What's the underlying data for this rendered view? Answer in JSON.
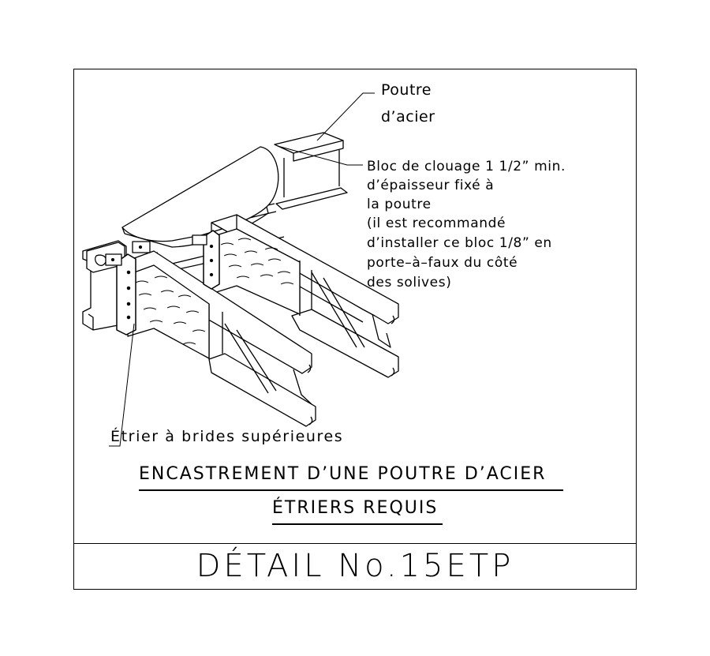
{
  "labels": {
    "steel_beam_line1": "Poutre",
    "steel_beam_line2": "d’acier",
    "nailing_block": [
      "Bloc de clouage 1 1/2” min.",
      "d’épaisseur fixé à",
      "la poutre",
      "(il est recommandé",
      "d’installer ce bloc  1/8” en",
      "porte–à–faux du côté",
      "des solives)"
    ],
    "hanger": "Étrier à brides supérieures"
  },
  "captions": {
    "main": "ENCASTREMENT D’UNE POUTRE D’ACIER",
    "sub": "ÉTRIERS REQUIS"
  },
  "title_block": {
    "detail": "DÉTAIL No.15ETP"
  }
}
